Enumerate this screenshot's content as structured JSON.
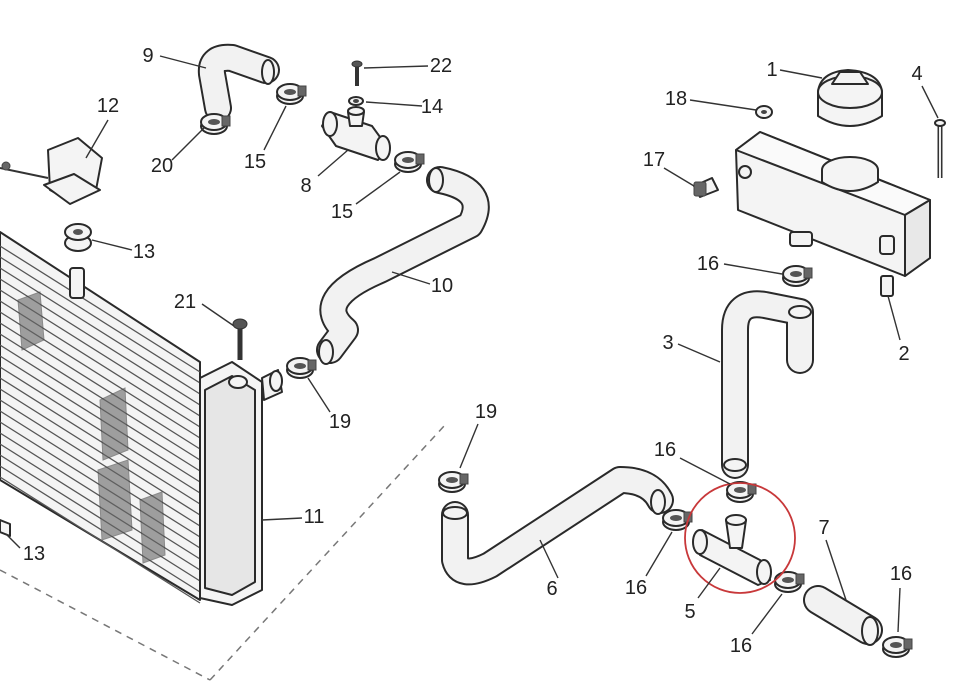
{
  "parts": [
    {
      "id": "cap",
      "number": "1"
    },
    {
      "id": "bolt-2",
      "number": "2"
    },
    {
      "id": "hose-3",
      "number": "3"
    },
    {
      "id": "bolt-4",
      "number": "4"
    },
    {
      "id": "t-junction-5",
      "number": "5"
    },
    {
      "id": "hose-6",
      "number": "6"
    },
    {
      "id": "hose-7",
      "number": "7"
    },
    {
      "id": "t-junction-8",
      "number": "8"
    },
    {
      "id": "hose-9",
      "number": "9"
    },
    {
      "id": "hose-10",
      "number": "10"
    },
    {
      "id": "radiator",
      "number": "11"
    },
    {
      "id": "bracket-12",
      "number": "12"
    },
    {
      "id": "grommet-13-top",
      "number": "13"
    },
    {
      "id": "grommet-13-bottom",
      "number": "13"
    },
    {
      "id": "plug-14",
      "number": "14"
    },
    {
      "id": "clamp-15-a",
      "number": "15"
    },
    {
      "id": "clamp-15-b",
      "number": "15"
    },
    {
      "id": "clamp-16-a",
      "number": "16"
    },
    {
      "id": "clamp-16-b",
      "number": "16"
    },
    {
      "id": "clamp-16-c",
      "number": "16"
    },
    {
      "id": "clamp-16-d",
      "number": "16"
    },
    {
      "id": "clamp-16-e",
      "number": "16"
    },
    {
      "id": "bolt-17",
      "number": "17"
    },
    {
      "id": "nut-18",
      "number": "18"
    },
    {
      "id": "clamp-19-a",
      "number": "19"
    },
    {
      "id": "clamp-19-b",
      "number": "19"
    },
    {
      "id": "clamp-20",
      "number": "20"
    },
    {
      "id": "bolt-21",
      "number": "21"
    },
    {
      "id": "screw-22",
      "number": "22"
    }
  ],
  "highlight_color": "#c8383a"
}
